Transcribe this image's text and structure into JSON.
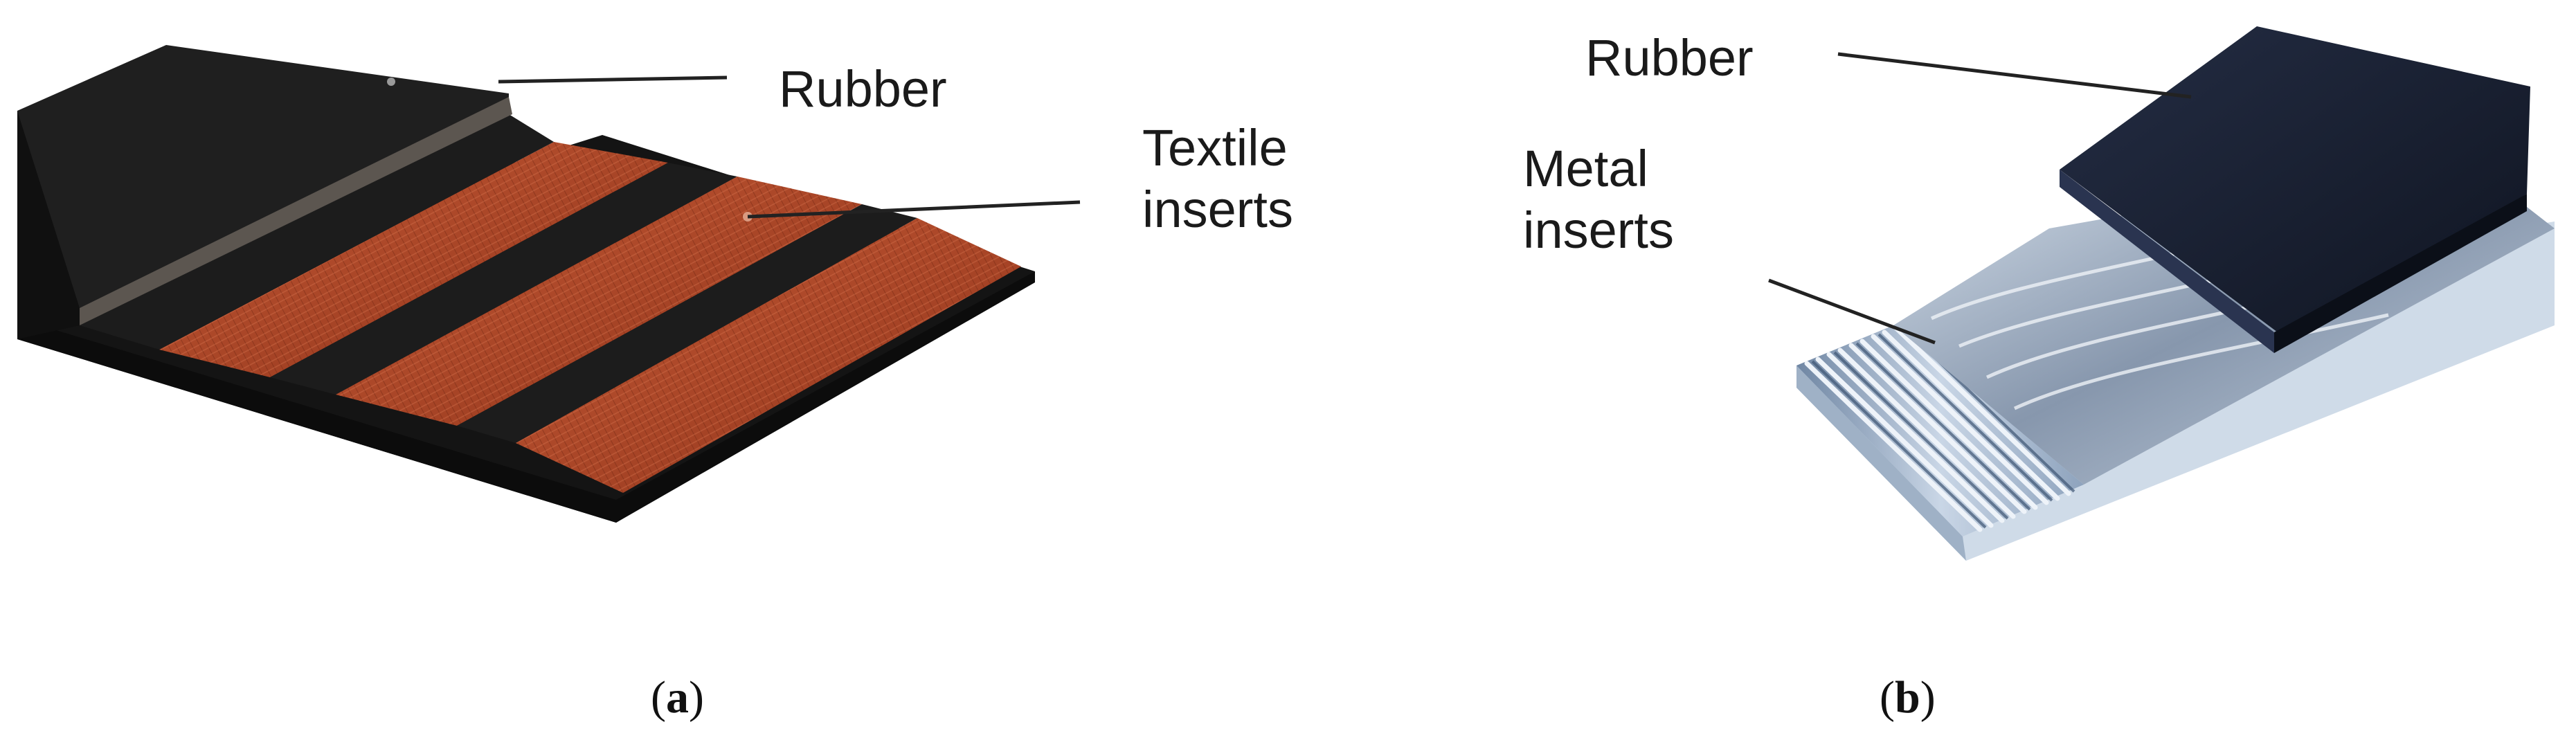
{
  "panel_a": {
    "label_rubber": "Rubber",
    "label_textile_line1": "Textile",
    "label_textile_line2": "inserts",
    "caption_open": "(",
    "caption_letter": "a",
    "caption_close": ")"
  },
  "panel_b": {
    "label_rubber": "Rubber",
    "label_metal_line1": "Metal",
    "label_metal_line2": "inserts",
    "caption_open": "(",
    "caption_letter": "b",
    "caption_close": ")"
  },
  "colors": {
    "rubber_dark": "#1b1b1b",
    "textile": "#b3472a",
    "rubber_blue": "#1c2436",
    "metal": "#8fa8c4"
  }
}
